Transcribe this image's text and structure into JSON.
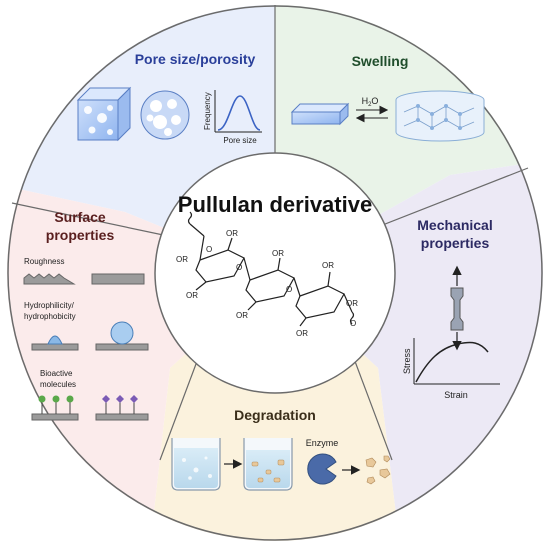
{
  "center": {
    "title": "Pullulan derivative",
    "or_label": "OR",
    "oxygen_label": "O"
  },
  "sections": {
    "pore": {
      "title": "Pore size/porosity",
      "y_label": "Frequency",
      "x_label": "Pore size",
      "color": "#2a3f9a",
      "fill": "#e8eefb"
    },
    "swelling": {
      "title": "Swelling",
      "h2o": "H",
      "h2o_sub": "2",
      "h2o_end": "O",
      "color": "#1f4d2b",
      "fill": "#e9f3e8"
    },
    "mechanical": {
      "title_line1": "Mechanical",
      "title_line2": "properties",
      "y_label": "Stress",
      "x_label": "Strain",
      "color": "#2c2a63",
      "fill": "#ece9f5"
    },
    "degradation": {
      "title": "Degradation",
      "enzyme_label": "Enzyme",
      "color": "#3a2e1a",
      "fill": "#fbf2dd"
    },
    "surface": {
      "title_line1": "Surface",
      "title_line2": "properties",
      "roughness": "Roughness",
      "hydro_line1": "Hydrophilicity/",
      "hydro_line2": "hydrophobicity",
      "bio_line1": "Bioactive",
      "bio_line2": "molecules",
      "color": "#5a1f1f",
      "fill": "#fbebeb"
    }
  }
}
